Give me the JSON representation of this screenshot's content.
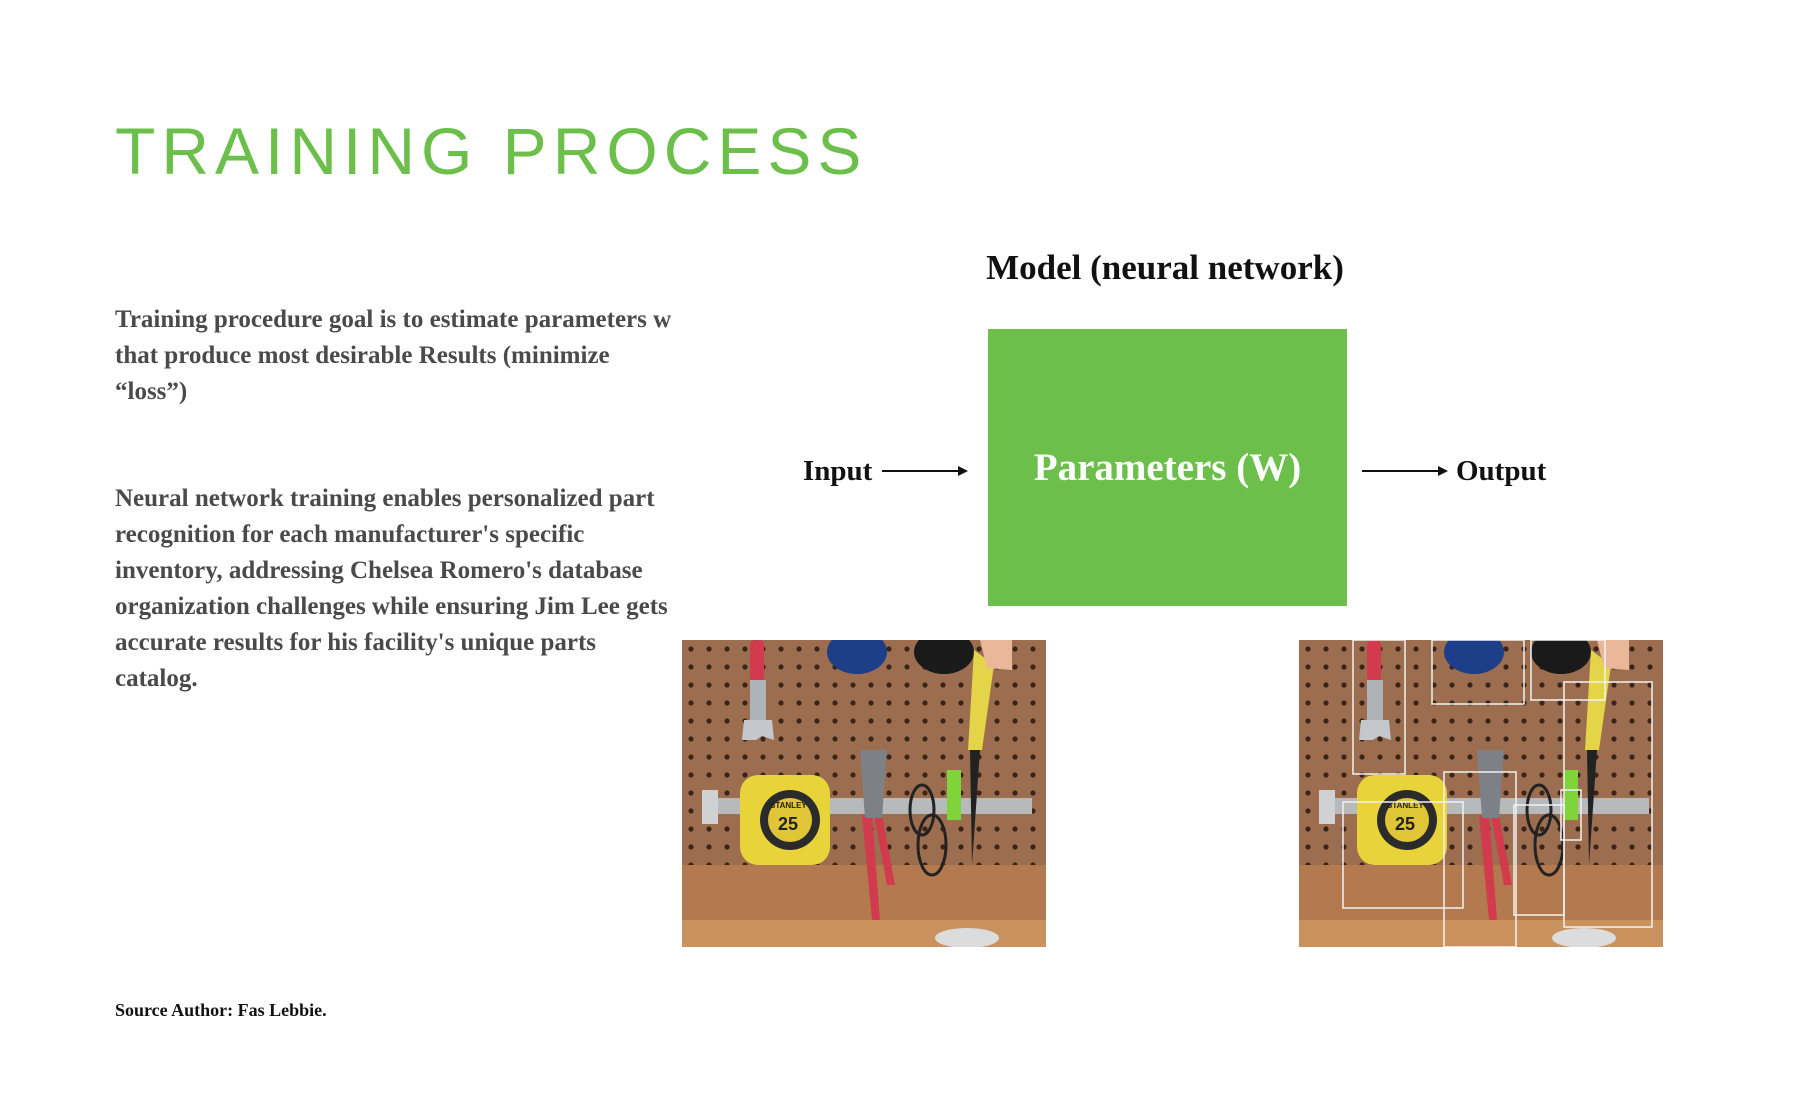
{
  "slide": {
    "title": "TRAINING PROCESS",
    "accent_color": "#6cbf4b",
    "paragraph1": "Training procedure goal is to estimate parameters w that produce most desirable Results (minimize “loss”)",
    "paragraph2": "Neural network training enables personalized part recognition for each manufacturer's specific inventory, addressing Chelsea Romero's database organization challenges while ensuring Jim Lee gets accurate results for his facility's unique parts catalog.",
    "source": "Source Author: Fas Lebbie."
  },
  "diagram": {
    "model_label": "Model (neural network)",
    "parameters_label": "Parameters (W)",
    "input_label": "Input",
    "output_label": "Output",
    "box_color": "#6cbf4b"
  },
  "images": {
    "input": {
      "subject": "pegboard with tools: wrench, tape measure, pliers, glasses, knife, ear muffs",
      "tape_brand": "STANLEY",
      "tape_number": "25"
    },
    "output": {
      "subject": "same pegboard with detection boxes around each tool",
      "tape_brand": "STANLEY",
      "tape_number": "25",
      "detection_box_count": 8
    }
  }
}
